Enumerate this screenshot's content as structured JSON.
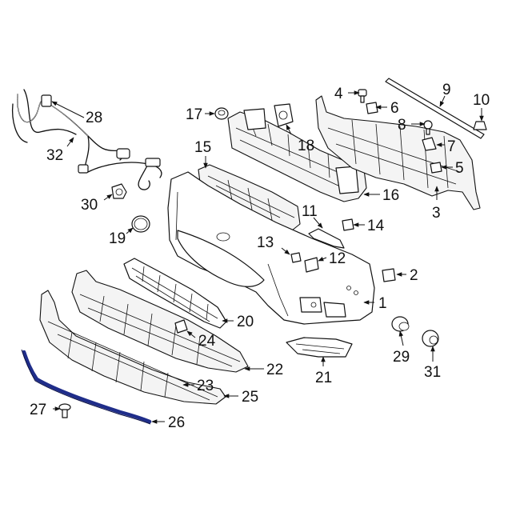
{
  "diagram": {
    "accent_color": "#1f2d8a",
    "highlighted_part": "26",
    "callouts": [
      "1",
      "2",
      "3",
      "4",
      "5",
      "6",
      "7",
      "8",
      "9",
      "10",
      "11",
      "12",
      "13",
      "14",
      "15",
      "16",
      "17",
      "18",
      "19",
      "20",
      "21",
      "22",
      "23",
      "24",
      "25",
      "26",
      "27",
      "28",
      "29",
      "30",
      "31",
      "32"
    ]
  }
}
